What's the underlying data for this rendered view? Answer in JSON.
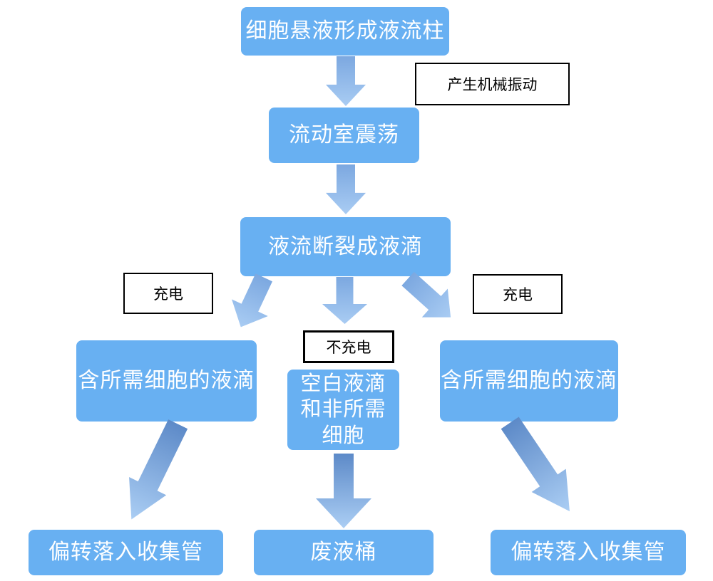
{
  "colors": {
    "box_fill": "#68b0f2",
    "box_text": "#ffffff",
    "label_border": "#000000",
    "label_text": "#000000",
    "arrow_gradient_start": "#5d8ac8",
    "arrow_gradient_end": "#abcef4",
    "background": "#ffffff"
  },
  "nodes": {
    "cell_suspension": "细胞悬液形成液流柱",
    "flow_chamber": "流动室震荡",
    "stream_breaks": "液流断裂成液滴",
    "desired_cells_left": "含所需细胞的液滴",
    "blank_droplets_lines": [
      "空白液滴",
      "和非所需",
      "细胞"
    ],
    "desired_cells_right": "含所需细胞的液滴",
    "collect_tube_left": "偏转落入收集管",
    "waste_bucket": "废液桶",
    "collect_tube_right": "偏转落入收集管"
  },
  "labels": {
    "mechanical_vibration": "产生机械振动",
    "charge_left": "充电",
    "no_charge": "不充电",
    "charge_right": "充电"
  }
}
